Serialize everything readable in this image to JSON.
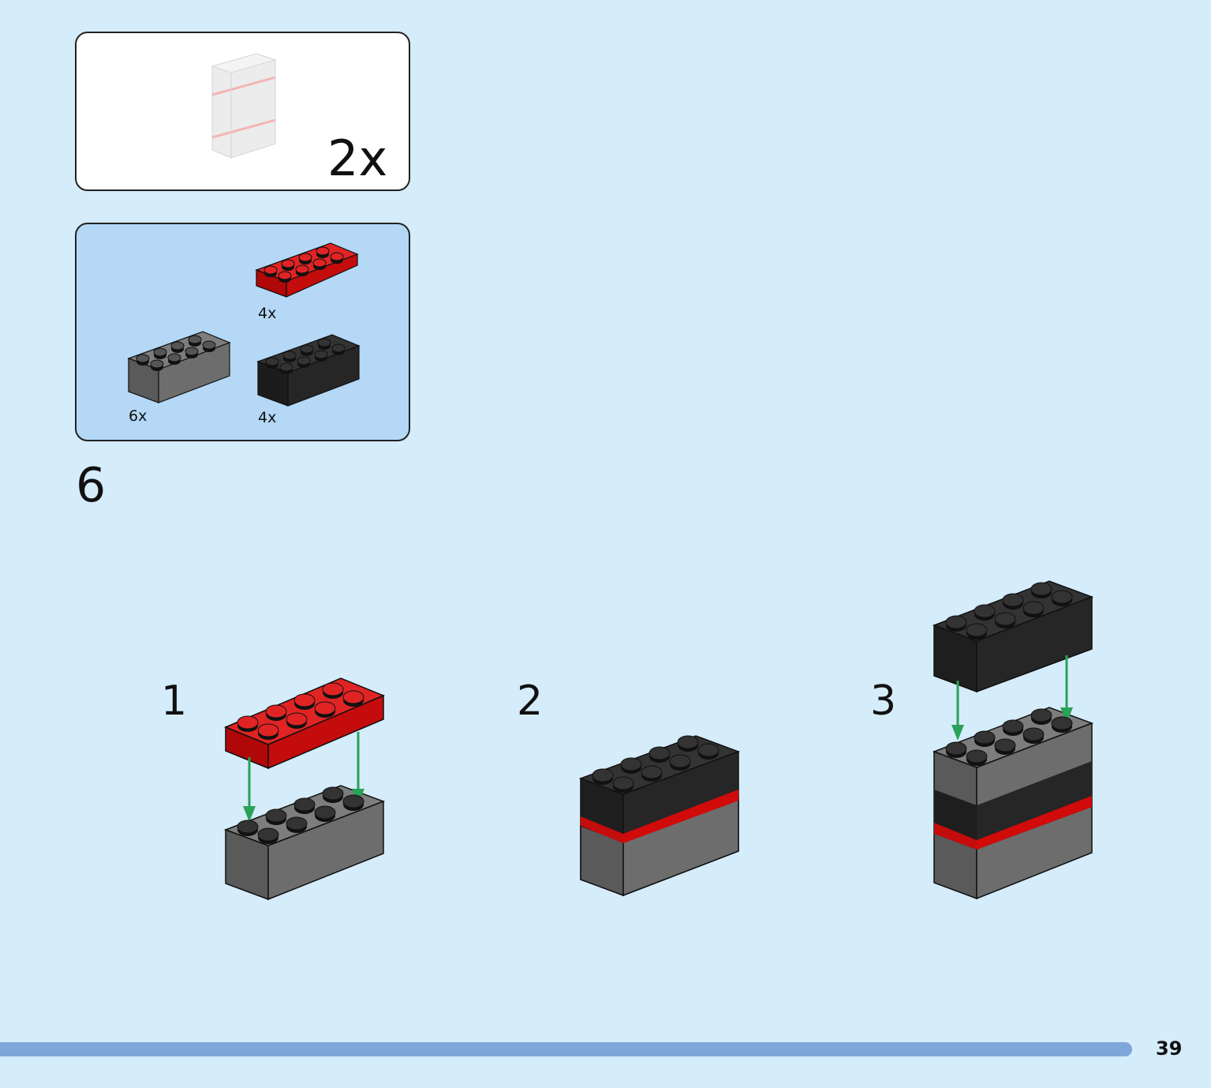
{
  "result": {
    "multiplier": "2x"
  },
  "parts": [
    {
      "color": "red",
      "qty": "4x"
    },
    {
      "color": "gray",
      "qty": "6x"
    },
    {
      "color": "black",
      "qty": "4x"
    }
  ],
  "step": {
    "number": "6"
  },
  "substeps": [
    {
      "number": "1"
    },
    {
      "number": "2"
    },
    {
      "number": "3"
    }
  ],
  "colors": {
    "background": "#d5ecfa",
    "parts_panel": "#b4d8f6",
    "red": "#d10a0a",
    "gray": "#6d6d6d",
    "black": "#262626",
    "arrow": "#2aa257",
    "progress": "#7fa6d8"
  },
  "footer": {
    "page_number": "39"
  }
}
